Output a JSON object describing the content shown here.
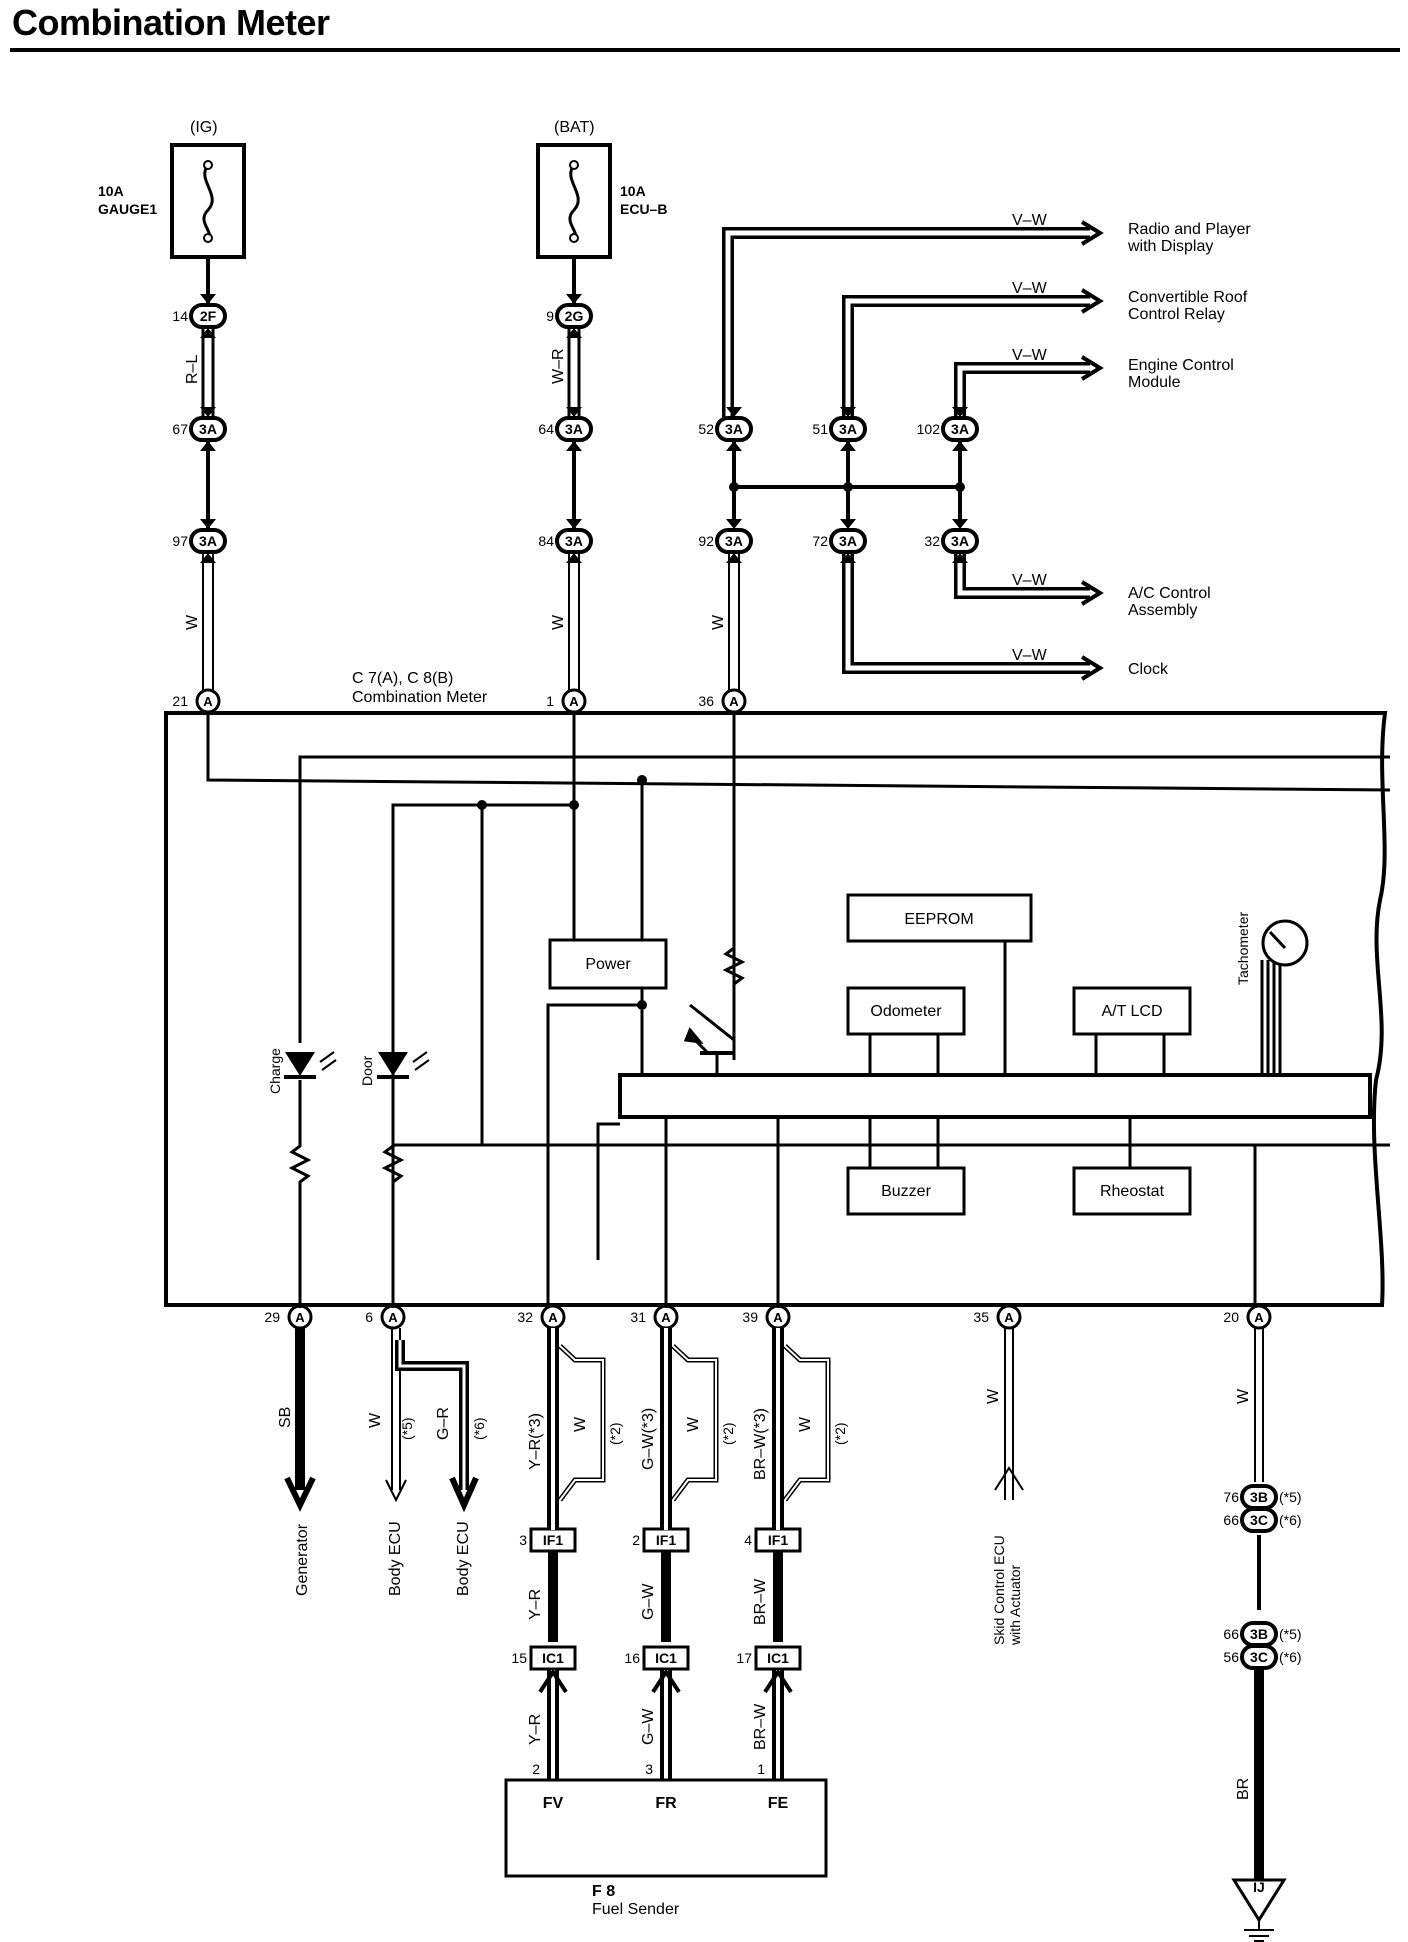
{
  "title": "Combination Meter",
  "fuses": [
    {
      "supply": "(IG)",
      "rating": "10A",
      "name": "GAUGE1"
    },
    {
      "supply": "(BAT)",
      "rating": "10A",
      "name": "ECU–B"
    }
  ],
  "connectors": {
    "c1": {
      "pin": "14",
      "id": "2F"
    },
    "c2": {
      "pin": "9",
      "id": "2G"
    },
    "c3": {
      "pin": "67",
      "id": "3A"
    },
    "c4": {
      "pin": "64",
      "id": "3A"
    },
    "c5": {
      "pin": "52",
      "id": "3A"
    },
    "c6": {
      "pin": "51",
      "id": "3A"
    },
    "c7": {
      "pin": "102",
      "id": "3A"
    },
    "c8": {
      "pin": "97",
      "id": "3A"
    },
    "c9": {
      "pin": "84",
      "id": "3A"
    },
    "c10": {
      "pin": "92",
      "id": "3A"
    },
    "c11": {
      "pin": "72",
      "id": "3A"
    },
    "c12": {
      "pin": "32",
      "id": "3A"
    },
    "m21": {
      "pin": "21",
      "id": "A"
    },
    "m1": {
      "pin": "1",
      "id": "A"
    },
    "m36": {
      "pin": "36",
      "id": "A"
    },
    "m29": {
      "pin": "29",
      "id": "A"
    },
    "m6": {
      "pin": "6",
      "id": "A"
    },
    "m32": {
      "pin": "32",
      "id": "A"
    },
    "m31": {
      "pin": "31",
      "id": "A"
    },
    "m39": {
      "pin": "39",
      "id": "A"
    },
    "m35": {
      "pin": "35",
      "id": "A"
    },
    "m20": {
      "pin": "20",
      "id": "A"
    },
    "g1t": {
      "pin": "76",
      "id": "3B",
      "note": "(*5)"
    },
    "g1b": {
      "pin": "66",
      "id": "3C",
      "note": "(*6)"
    },
    "g2t": {
      "pin": "66",
      "id": "3B",
      "note": "(*5)"
    },
    "g2b": {
      "pin": "56",
      "id": "3C",
      "note": "(*6)"
    },
    "if1a": {
      "pin": "3",
      "id": "IF1"
    },
    "if1b": {
      "pin": "2",
      "id": "IF1"
    },
    "if1c": {
      "pin": "4",
      "id": "IF1"
    },
    "ic1a": {
      "pin": "15",
      "id": "IC1"
    },
    "ic1b": {
      "pin": "16",
      "id": "IC1"
    },
    "ic1c": {
      "pin": "17",
      "id": "IC1"
    }
  },
  "wires": {
    "rl": "R–L",
    "wr": "W–R",
    "w": "W",
    "vw": "V–W",
    "sb": "SB",
    "gr": "G–R",
    "note5": "(*5)",
    "note6": "(*6)",
    "note2": "(*2)",
    "yr3": "Y–R(*3)",
    "gw3": "G–W(*3)",
    "brw3": "BR–W(*3)",
    "yr": "Y–R",
    "gw": "G–W",
    "brw": "BR–W",
    "br": "BR"
  },
  "destinations": {
    "radio1": "Radio and Player",
    "radio2": "with Display",
    "roof1": "Convertible Roof",
    "roof2": "Control Relay",
    "ecm1": "Engine Control",
    "ecm2": "Module",
    "ac1": "A/C Control",
    "ac2": "Assembly",
    "clock": "Clock",
    "generator": "Generator",
    "body_ecu": "Body ECU",
    "skid1": "Skid Control ECU",
    "skid2": "with Actuator"
  },
  "meter": {
    "ref": "C 7(A), C 8(B)",
    "name": "Combination Meter",
    "power": "Power",
    "eeprom": "EEPROM",
    "odometer": "Odometer",
    "atlcd": "A/T LCD",
    "buzzer": "Buzzer",
    "rheostat": "Rheostat",
    "tachometer": "Tachometer",
    "charge": "Charge",
    "door": "Door"
  },
  "fuel_sender": {
    "ref": "F 8",
    "name": "Fuel Sender",
    "terminals": [
      "FV",
      "FR",
      "FE"
    ],
    "pins": [
      "2",
      "3",
      "1"
    ]
  },
  "ground": "IJ"
}
